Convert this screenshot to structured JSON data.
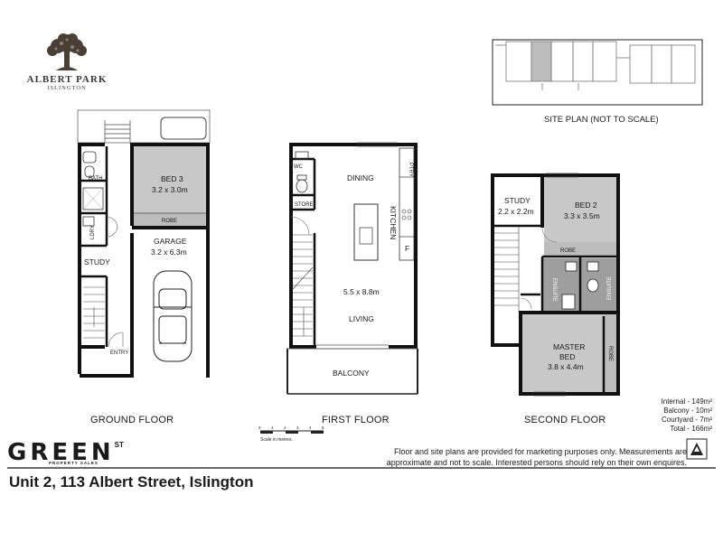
{
  "brand": {
    "name": "ALBERT PARK",
    "suburb": "ISLINGTON"
  },
  "site_plan": {
    "label": "SITE PLAN (NOT TO SCALE)"
  },
  "ground_floor": {
    "title": "GROUND FLOOR",
    "rooms": {
      "bath": "BATH",
      "bed3_name": "BED 3",
      "bed3_size": "3.2 x 3.0m",
      "robe": "ROBE",
      "ldry": "LDRY",
      "garage_name": "GARAGE",
      "garage_size": "3.2 x 6.3m",
      "study": "STUDY",
      "entry": "ENTRY"
    }
  },
  "first_floor": {
    "title": "FIRST FLOOR",
    "rooms": {
      "wc": "WC",
      "store": "STORE",
      "dining": "DINING",
      "ptry": "PTRY",
      "kitchen": "KITCHEN",
      "fridge": "F",
      "size": "5.5 x 8.8m",
      "living": "LIVING",
      "balcony": "BALCONY"
    }
  },
  "second_floor": {
    "title": "SECOND FLOOR",
    "rooms": {
      "study_name": "STUDY",
      "study_size": "2.2 x 2.2m",
      "bed2_name": "BED 2",
      "bed2_size": "3.3 x 3.5m",
      "robe": "ROBE",
      "ensuite": "ENSUITE",
      "master_name": "MASTER",
      "master_name2": "BED",
      "master_size": "3.8 x 4.4m",
      "master_robe": "ROBE"
    }
  },
  "areas": {
    "internal": "Internal - 149m²",
    "balcony": "Balcony - 10m²",
    "courtyard": "Courtyard - 7m²",
    "total": "Total - 166m²"
  },
  "agency": {
    "word": "GREEN",
    "suffix": "ST",
    "tagline": "PROPERTY SALES"
  },
  "scale": {
    "ticks": [
      "0",
      "1",
      "2",
      "3",
      "4",
      "5"
    ],
    "label": "Scale in metres."
  },
  "disclaimer": {
    "line1": "Floor and site plans are provided for marketing purposes only. Measurements are",
    "line2": "approximate and not to scale. Interested persons should rely on their own enquires."
  },
  "address": "Unit 2, 113 Albert Street, Islington"
}
